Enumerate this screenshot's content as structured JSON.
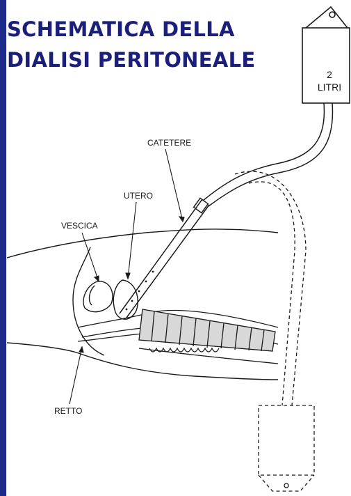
{
  "title": {
    "line1": "SCHEMATICA DELLA",
    "line2": "DIALISI PERITONEALE"
  },
  "bag": {
    "volume": "2",
    "unit": "LITRI"
  },
  "labels": {
    "catheter": "CATETERE",
    "uterus": "UTERO",
    "bladder": "VESCICA",
    "rectum": "RETTO"
  },
  "colors": {
    "accent_bar": "#1c2a8c",
    "title": "#1b1f7a",
    "line": "#1a1a1a"
  }
}
